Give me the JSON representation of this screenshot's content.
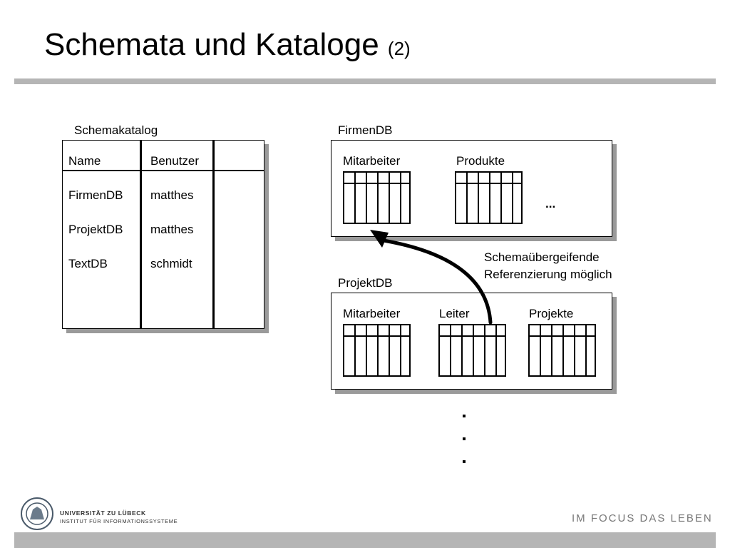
{
  "slide": {
    "title": "Schemata und Kataloge",
    "title_suffix": "(2)"
  },
  "catalog": {
    "label": "Schemakatalog",
    "columns": [
      "Name",
      "Benutzer"
    ],
    "rows": [
      [
        "FirmenDB",
        "matthes"
      ],
      [
        "ProjektDB",
        "matthes"
      ],
      [
        "TextDB",
        "schmidt"
      ]
    ]
  },
  "firmendb": {
    "label": "FirmenDB",
    "tables": [
      "Mitarbeiter",
      "Produkte"
    ],
    "more": "..."
  },
  "projektdb": {
    "label": "ProjektDB",
    "tables": [
      "Mitarbeiter",
      "Leiter",
      "Projekte"
    ]
  },
  "reference_note": {
    "line1": "Schemaübergeifende",
    "line2": "Referenzierung möglich"
  },
  "footer": {
    "university": "UNIVERSITÄT ZU LÜBECK",
    "institute": "INSTITUT FÜR INFORMATIONSSYSTEME",
    "motto": "IM FOCUS DAS LEBEN"
  },
  "icons": [
    "university-seal-icon",
    "curved-arrow-icon"
  ],
  "colors": {
    "rule": "#b5b5b5",
    "shadow": "#9a9a9a",
    "motto": "#777777"
  }
}
